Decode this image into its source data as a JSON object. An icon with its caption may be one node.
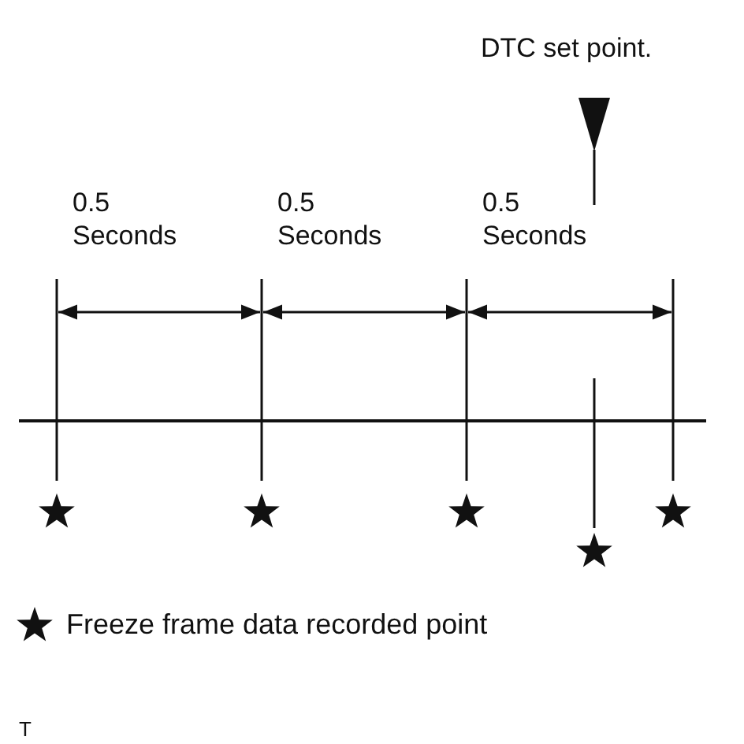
{
  "diagram": {
    "labels": [
      "DTC set point.",
      "0.5 Seconds",
      "0.5 Seconds",
      "0.5 Seconds",
      "T"
    ],
    "legend": [
      {
        "text": "Freeze frame data recorded point"
      }
    ]
  }
}
